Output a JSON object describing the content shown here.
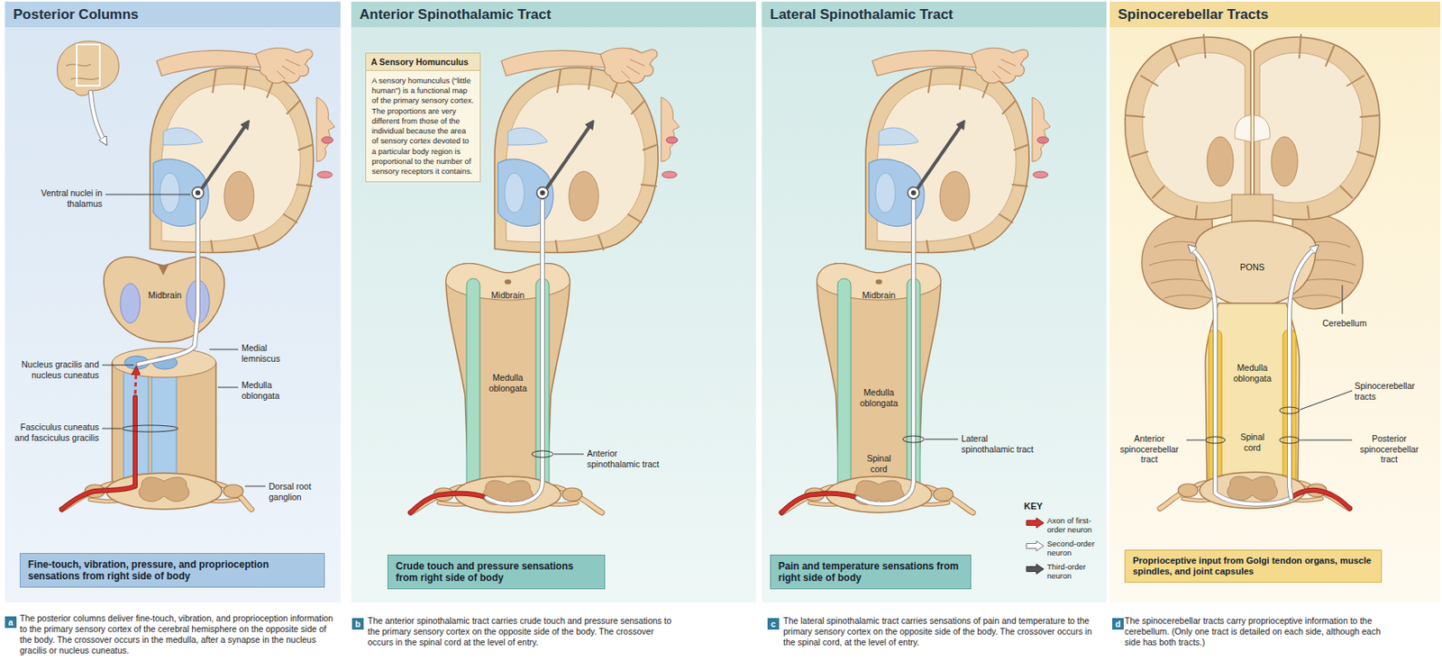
{
  "diagram": {
    "nodes": [
      {
        "text": [
          "Posterior Columns"
        ]
      },
      {
        "text": [
          "Fine-touch, vibration, pressure, and proprioception sensations from right side of body"
        ],
        "in": 0
      },
      {
        "text": [
          "Anterior Spinothalamic Tract"
        ]
      },
      {
        "text": [
          "A Sensory Homunculus",
          "A sensory homunculus (“little human”) is a functional map of the primary sensory cortex. The proportions are very different from those of the individual because the area of sensory cortex devoted to a particular body region is proportional to the number of sensory receptors it contains."
        ],
        "in": 2
      },
      {
        "text": [
          "Crude touch and pressure sensations from right side of body"
        ],
        "in": 2
      },
      {
        "text": [
          "Lateral Spinothalamic Tract"
        ]
      },
      {
        "text": [
          "Pain and temperature sensations from right side of body"
        ],
        "in": 5
      },
      {
        "text": [
          "Spinocerebellar Tracts"
        ]
      },
      {
        "text": [
          "Proprioceptive input from Golgi tendon organs, muscle spindles, and joint capsules"
        ],
        "in": 7
      },
      {
        "text": [
          "a"
        ]
      },
      {
        "text": [
          "b"
        ]
      },
      {
        "text": [
          "c"
        ]
      },
      {
        "text": [
          "d"
        ]
      }
    ],
    "labels": [
      "Ventral nuclei in thalamus",
      "Midbrain",
      "Medial lemniscus",
      "Nucleus gracilis and nucleus cuneatus",
      "Medulla oblongata",
      "Fasciculus cuneatus and fasciculus gracilis",
      "Dorsal root ganglion",
      "Midbrain",
      "Medulla oblongata",
      "Anterior spinothalamic tract",
      "Midbrain",
      "Medulla oblongata",
      "Spinal cord",
      "Lateral spinothalamic tract",
      "KEY",
      "PONS",
      "Cerebellum",
      "Medulla oblongata",
      "Spinocerebellar tracts",
      "Spinal cord",
      "Anterior spinocerebellar tract",
      "Posterior spinocerebellar tract",
      "The posterior columns deliver fine-touch, vibration, and proprioception information to the primary sensory cortex of the cerebral hemisphere on the opposite side of the body. The crossover occurs in the medulla, after a synapse in the nucleus gracilis or nucleus cuneatus.",
      "The anterior spinothalamic tract carries crude touch and pressure sensations to the primary sensory cortex on the opposite side of the body. The crossover occurs in the spinal cord at the level of entry.",
      "The lateral spinothalamic tract carries sensations of pain and temperature to the primary sensory cortex on the opposite side of the body. The crossover occurs in the spinal cord, at the level of entry.",
      "The spinocerebellar tracts carry proprioceptive information to the cerebellum. (Only one tract is detailed on each side, although each side has both tracts.)"
    ],
    "legend": [
      {
        "text": "Axon of first-order neuron"
      },
      {
        "text": "Second-order neuron"
      },
      {
        "text": "Third-order neuron"
      }
    ]
  }
}
